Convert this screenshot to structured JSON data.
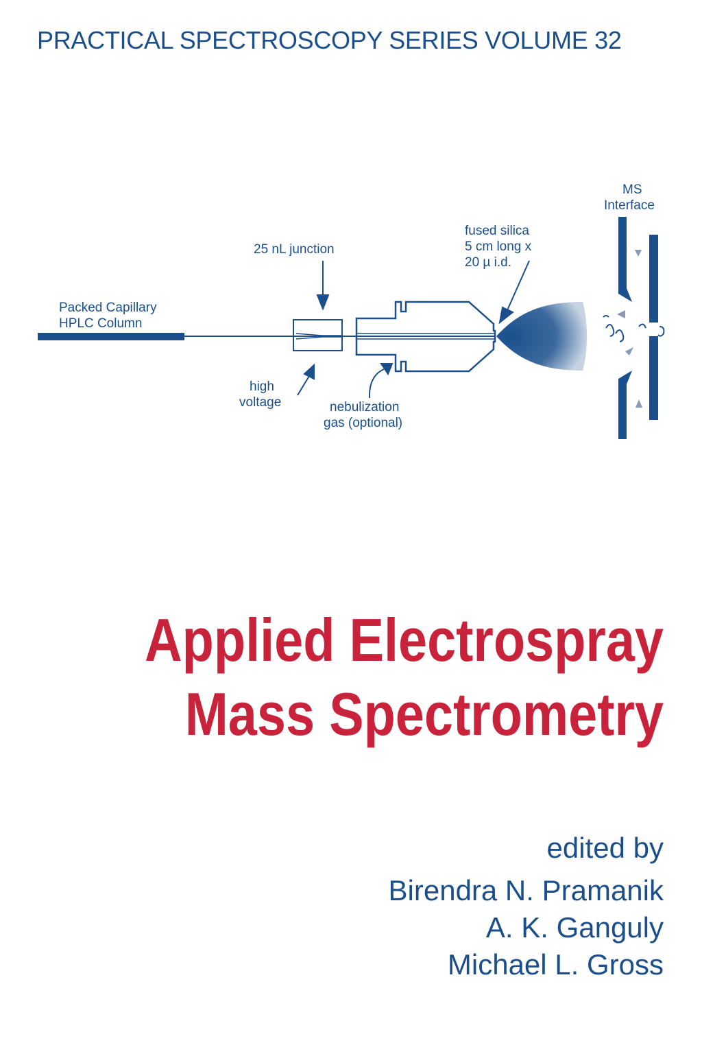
{
  "colors": {
    "blue": "#1a4f8c",
    "red": "#c8233a",
    "background": "#ffffff"
  },
  "series_line": "PRACTICAL SPECTROSCOPY SERIES VOLUME 32",
  "diagram": {
    "labels": {
      "column_line1": "Packed Capillary",
      "column_line2": "HPLC Column",
      "junction": "25 nL junction",
      "silica_line1": "fused silica",
      "silica_line2": "5 cm long x",
      "silica_line3": "20 µ i.d.",
      "voltage_line1": "high",
      "voltage_line2": "voltage",
      "gas_line1": "nebulization",
      "gas_line2": "gas (optional)",
      "ms_line1": "MS",
      "ms_line2": "Interface"
    }
  },
  "title": {
    "line1": "Applied Electrospray",
    "line2": "Mass Spectrometry"
  },
  "credits": {
    "edited_by": "edited by",
    "editors": [
      "Birendra N. Pramanik",
      "A. K. Ganguly",
      "Michael L. Gross"
    ]
  }
}
